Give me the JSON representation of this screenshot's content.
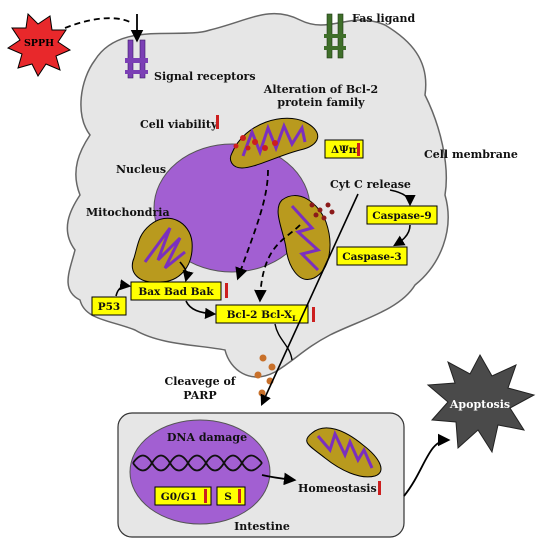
{
  "colors": {
    "cell_fill": "#e6e6e6",
    "nucleus": "#a25fd2",
    "mito_fill": "#b99a1e",
    "mito_inner": "#7b2fbf",
    "label_box": "#ffff00",
    "sppm_star": "#e8282b",
    "receptor": "#7b3fb5",
    "fas": "#3f6f2a",
    "apoptosis_star": "#4a4a4a",
    "down_bar": "#cc1f1f",
    "dots": "#c8702a",
    "cytc_dots": "#8b1a1a"
  },
  "labels": {
    "sppm": "SPPH",
    "fas_ligand": "Fas ligand",
    "signal_receptors": "Signal receptors",
    "bcl2_family_line1": "Alteration of Bcl-2",
    "bcl2_family_line2": "protein family",
    "cell_viability": "Cell viability",
    "nucleus": "Nucleus",
    "cell_membrane": "Cell membrane",
    "mitochondria": "Mitochondria",
    "cytc_release": "Cyt C release",
    "cleavage_line1": "Cleavege of",
    "cleavage_line2": "PARP",
    "dna_damage": "DNA damage",
    "homeostasis": "Homeostasis",
    "intestine": "Intestine",
    "apoptosis": "Apoptosis"
  },
  "boxes": {
    "delta_psi": "ΔΨm",
    "caspase9": "Caspase-9",
    "caspase3": "Caspase-3",
    "bax": "Bax Bad Bak",
    "p53": "P53",
    "bcl2_prefix": "Bcl-2 Bcl-X",
    "bcl2_sub": "L",
    "g0g1": "G0/G1",
    "s_phase": "S"
  }
}
